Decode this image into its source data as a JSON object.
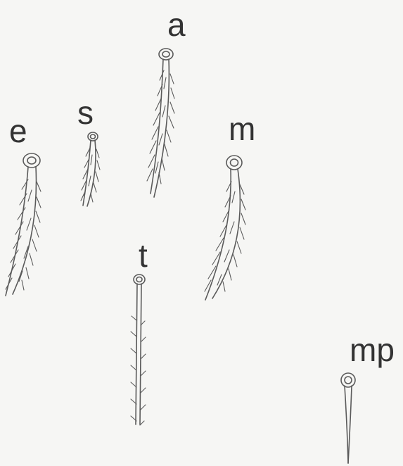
{
  "setae": [
    {
      "id": "a",
      "label": "a"
    },
    {
      "id": "s",
      "label": "s"
    },
    {
      "id": "e",
      "label": "e"
    },
    {
      "id": "m",
      "label": "m"
    },
    {
      "id": "t",
      "label": "t"
    },
    {
      "id": "mp",
      "label": "mp"
    }
  ],
  "colors": {
    "ink": "#5a5a5a",
    "background": "#f6f6f4",
    "label": "#333333"
  }
}
